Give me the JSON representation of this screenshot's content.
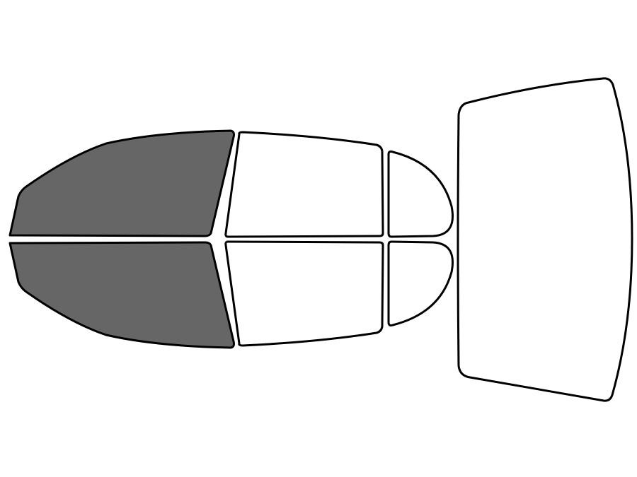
{
  "diagram": {
    "colors": {
      "tinted_fill": "#666666",
      "clear_fill": "#ffffff",
      "outline": "#000000",
      "background": "#ffffff"
    },
    "windows": [
      {
        "id": "front-driver-window",
        "tinted": true
      },
      {
        "id": "front-passenger-window",
        "tinted": true
      },
      {
        "id": "rear-driver-window",
        "tinted": false
      },
      {
        "id": "rear-passenger-window",
        "tinted": false
      },
      {
        "id": "rear-driver-quarter-window",
        "tinted": false
      },
      {
        "id": "rear-passenger-quarter-window",
        "tinted": false
      },
      {
        "id": "rear-windshield",
        "tinted": false
      }
    ]
  }
}
